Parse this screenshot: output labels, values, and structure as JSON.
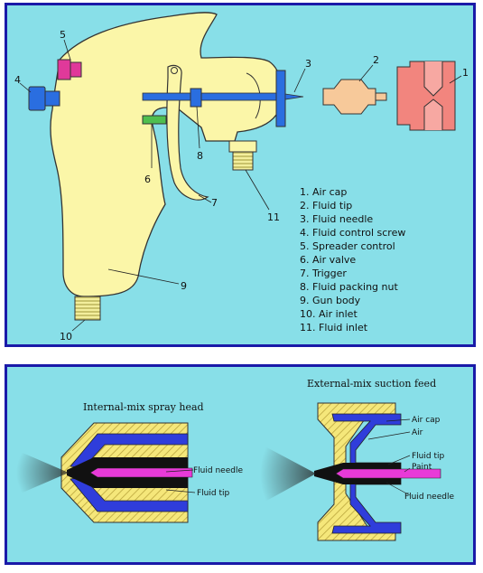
{
  "top": {
    "callouts": {
      "n1": "1",
      "n2": "2",
      "n3": "3",
      "n4": "4",
      "n5": "5",
      "n6": "6",
      "n7": "7",
      "n8": "8",
      "n9": "9",
      "n10": "10",
      "n11": "11"
    },
    "legend": [
      "1.  Air cap",
      "2.  Fluid tip",
      "3.  Fluid needle",
      "4.  Fluid control screw",
      "5.  Spreader control",
      "6.  Air valve",
      "7.  Trigger",
      "8.  Fluid packing nut",
      "9.  Gun body",
      "10.  Air inlet",
      "11.  Fluid inlet"
    ]
  },
  "bottom": {
    "internal_title": "Internal-mix spray head",
    "external_title": "External-mix suction feed",
    "internal_labels": {
      "needle": "Fluid needle",
      "tip": "Fluid tip"
    },
    "external_labels": {
      "aircap": "Air cap",
      "air": "Air",
      "tip": "Fluid tip",
      "paint": "Paint",
      "needle": "Fluid needle"
    }
  },
  "colors": {
    "background": "#88dfe8",
    "border": "#1a1aa8",
    "gun_body": "#fbf6a8",
    "air_cap": "#f2857e",
    "fluid_tip": "#f7c99a",
    "needle": "#2a6ee0",
    "spreader": "#e0399a",
    "air_valve": "#4fbf4f",
    "hatch": "#e8d24a",
    "nozzle_blue": "#2f3ddb",
    "needle_pink": "#e83ad8"
  }
}
